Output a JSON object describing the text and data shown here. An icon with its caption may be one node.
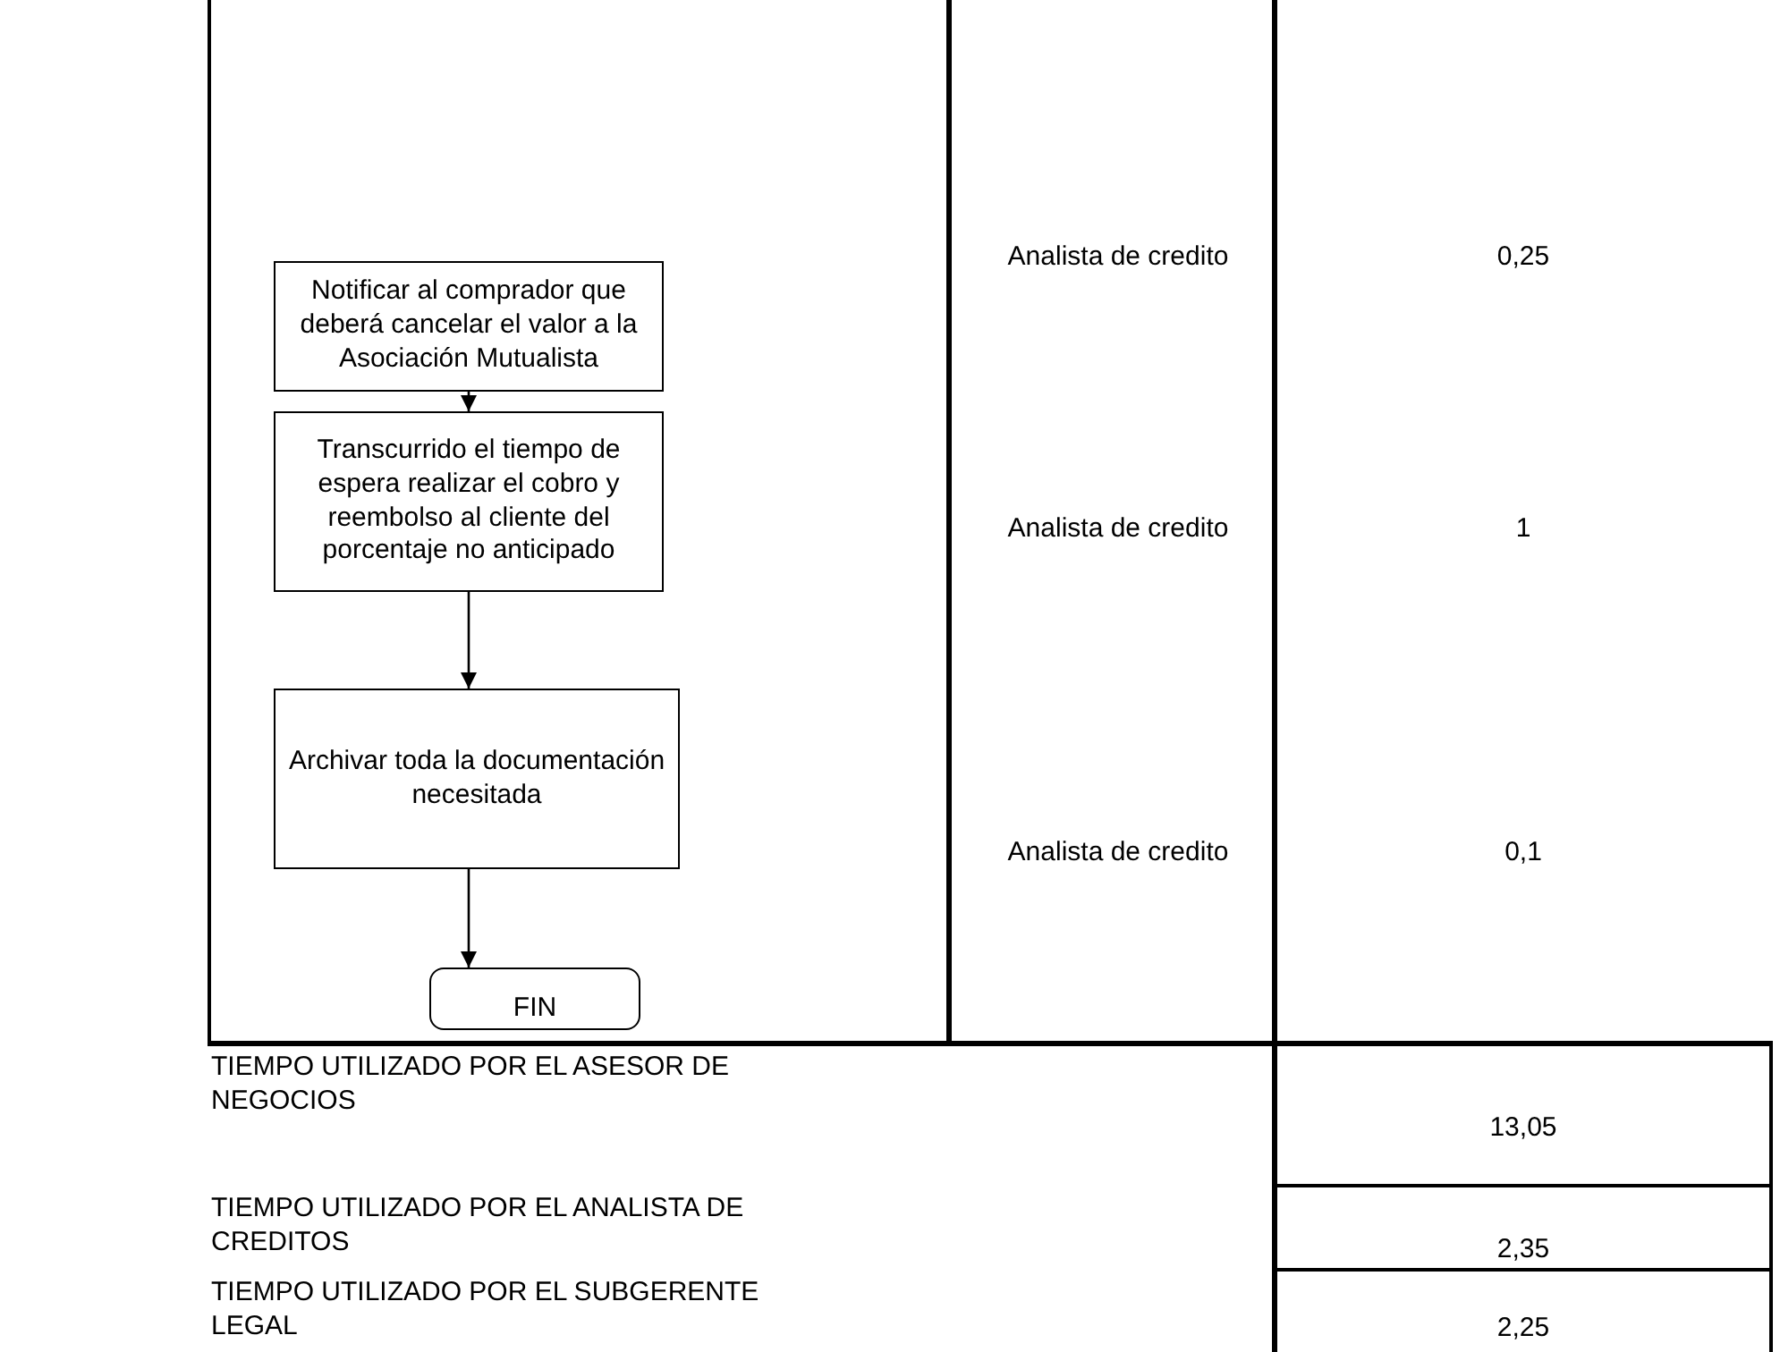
{
  "diagram": {
    "nodes": [
      {
        "text": [
          "Notificar al comprador que deberá cancelar el valor a la Asociación Mutualista"
        ]
      },
      {
        "text": [
          "Transcurrido el tiempo de espera realizar el cobro y reembolso al cliente del porcentaje no anticipado"
        ]
      },
      {
        "text": [
          "Archivar toda la documentación necesitada"
        ]
      },
      {
        "text": [
          "FIN"
        ]
      }
    ],
    "edges": [
      {
        "from": 0,
        "to": 1,
        "arrow": "to"
      },
      {
        "from": 1,
        "to": 2,
        "arrow": "to"
      },
      {
        "from": 2,
        "to": 3,
        "arrow": "to"
      }
    ],
    "labels": [
      "Analista de credito",
      "0,25",
      "Analista de credito",
      "1",
      "Analista de credito",
      "0,1",
      "TIEMPO UTILIZADO POR EL ASESOR DE NEGOCIOS",
      "13,05",
      "TIEMPO UTILIZADO POR EL ANALISTA DE CREDITOS",
      "2,35",
      "TIEMPO UTILIZADO POR EL SUBGERENTE LEGAL",
      "2,25"
    ]
  }
}
